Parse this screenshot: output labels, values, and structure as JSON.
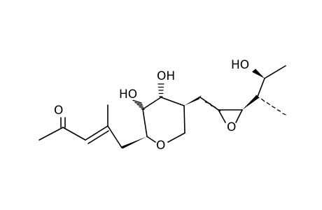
{
  "molecule": {
    "atom_labels": {
      "ketone_oxygen": "O",
      "hydroxyl_left": "HO",
      "hydroxyl_right": "OH",
      "ring_oxygen": "O",
      "epoxide_oxygen": "O",
      "side_chain_hydroxyl": "HO"
    }
  },
  "colors": {
    "ink": "#000000",
    "background": "#ffffff"
  }
}
